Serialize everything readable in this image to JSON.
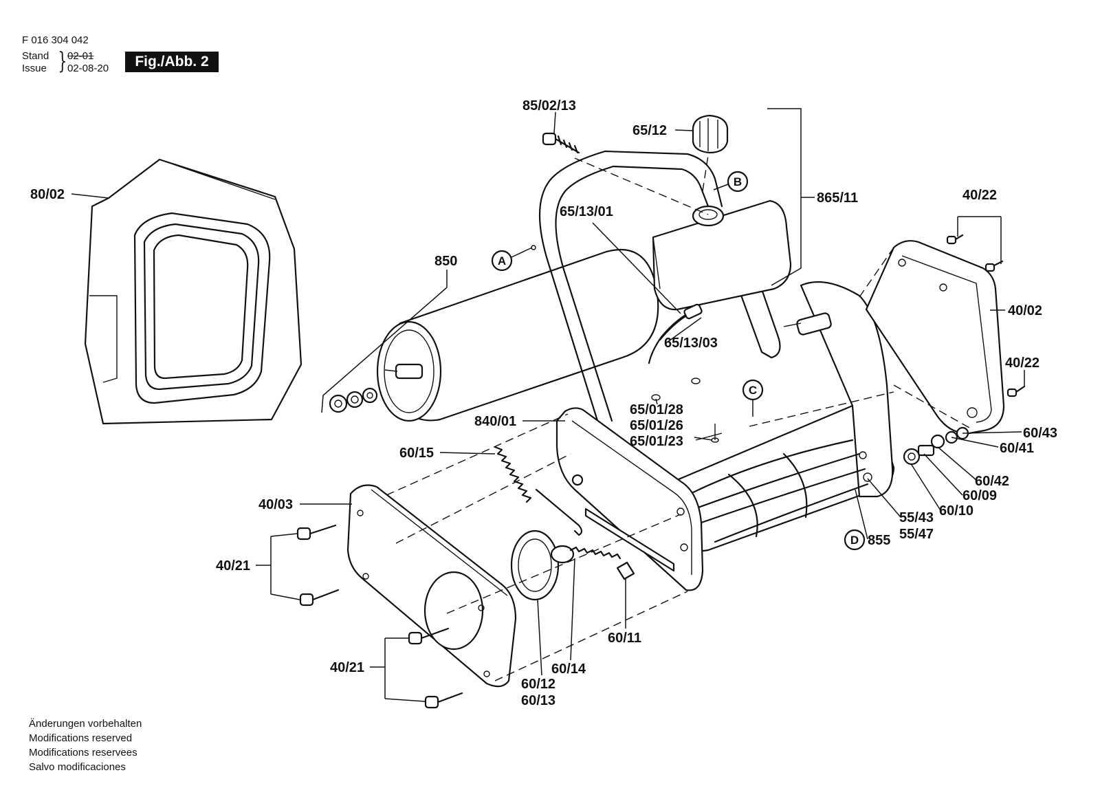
{
  "header": {
    "part_number": "F 016 304 042",
    "stand_label": "Stand",
    "issue_label": "Issue",
    "old_date": "02-01",
    "issue_date": "02-08-20",
    "figure_title": "Fig./Abb. 2"
  },
  "labels": {
    "l_85_02_13": "85/02/13",
    "l_65_12": "65/12",
    "l_865_11": "865/11",
    "l_80_02": "80/02",
    "l_65_13_01": "65/13/01",
    "l_850": "850",
    "l_40_22_top": "40/22",
    "l_40_02": "40/02",
    "l_40_22_right": "40/22",
    "l_65_13_03": "65/13/03",
    "l_65_01_28": "65/01/28",
    "l_65_01_26": "65/01/26",
    "l_65_01_23": "65/01/23",
    "l_840_01": "840/01",
    "l_60_15": "60/15",
    "l_60_43": "60/43",
    "l_60_41": "60/41",
    "l_60_42": "60/42",
    "l_60_09": "60/09",
    "l_55_43": "55/43",
    "l_60_10": "60/10",
    "l_855": "855",
    "l_55_47": "55/47",
    "l_40_03": "40/03",
    "l_40_21_upper": "40/21",
    "l_40_21_lower": "40/21",
    "l_60_11": "60/11",
    "l_60_14": "60/14",
    "l_60_12": "60/12",
    "l_60_13": "60/13"
  },
  "callouts": {
    "a": "A",
    "b": "B",
    "c": "C",
    "d": "D"
  },
  "footer": {
    "line1": "Änderungen vorbehalten",
    "line2": "Modifications reserved",
    "line3": "Modifications reservees",
    "line4": "Salvo modificaciones"
  }
}
